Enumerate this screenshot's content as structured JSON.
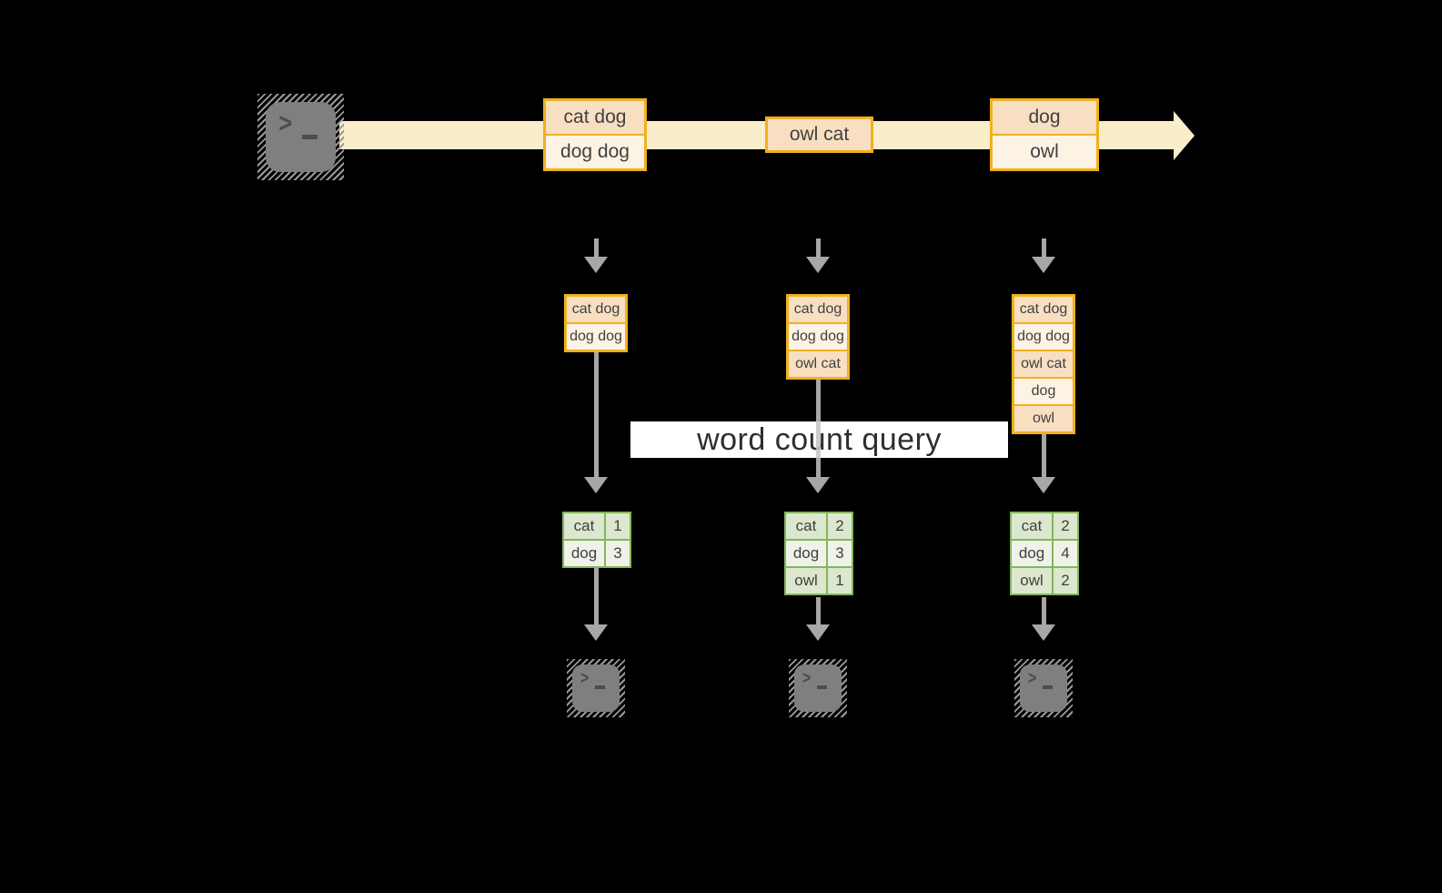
{
  "background": "#000000",
  "palette": {
    "box_border_gold": "#f0b01e",
    "event_fill_dark": "#f8dfc2",
    "event_fill_light": "#fdf3e4",
    "stream_band": "#faeeca",
    "table_border_green": "#84b55a",
    "table_fill_dark": "#dce7d0",
    "table_fill_light": "#eef2e8",
    "arrow_gray": "#a8a8a8",
    "terminal_gray": "#7f7f7f",
    "label_background": "#ffffff",
    "text": "#404040"
  },
  "icons": {
    "source": "terminal-icon",
    "sinks": [
      "terminal-icon",
      "terminal-icon",
      "terminal-icon"
    ],
    "stream": "right-arrow-icon",
    "terminal_prompt": ">"
  },
  "timeline": {
    "events": [
      {
        "lines": [
          "cat dog",
          "dog dog"
        ]
      },
      {
        "lines": [
          "owl cat"
        ]
      },
      {
        "lines": [
          "dog",
          "owl"
        ]
      }
    ]
  },
  "query_label": {
    "text": "word count query"
  },
  "columns": [
    {
      "state_rows": [
        "cat dog",
        "dog dog"
      ],
      "counts": [
        {
          "word": "cat",
          "count": "1"
        },
        {
          "word": "dog",
          "count": "3"
        }
      ]
    },
    {
      "state_rows": [
        "cat dog",
        "dog dog",
        "owl cat"
      ],
      "counts": [
        {
          "word": "cat",
          "count": "2"
        },
        {
          "word": "dog",
          "count": "3"
        },
        {
          "word": "owl",
          "count": "1"
        }
      ]
    },
    {
      "state_rows": [
        "cat dog",
        "dog dog",
        "owl cat",
        "dog",
        "owl"
      ],
      "counts": [
        {
          "word": "cat",
          "count": "2"
        },
        {
          "word": "dog",
          "count": "4"
        },
        {
          "word": "owl",
          "count": "2"
        }
      ]
    }
  ]
}
